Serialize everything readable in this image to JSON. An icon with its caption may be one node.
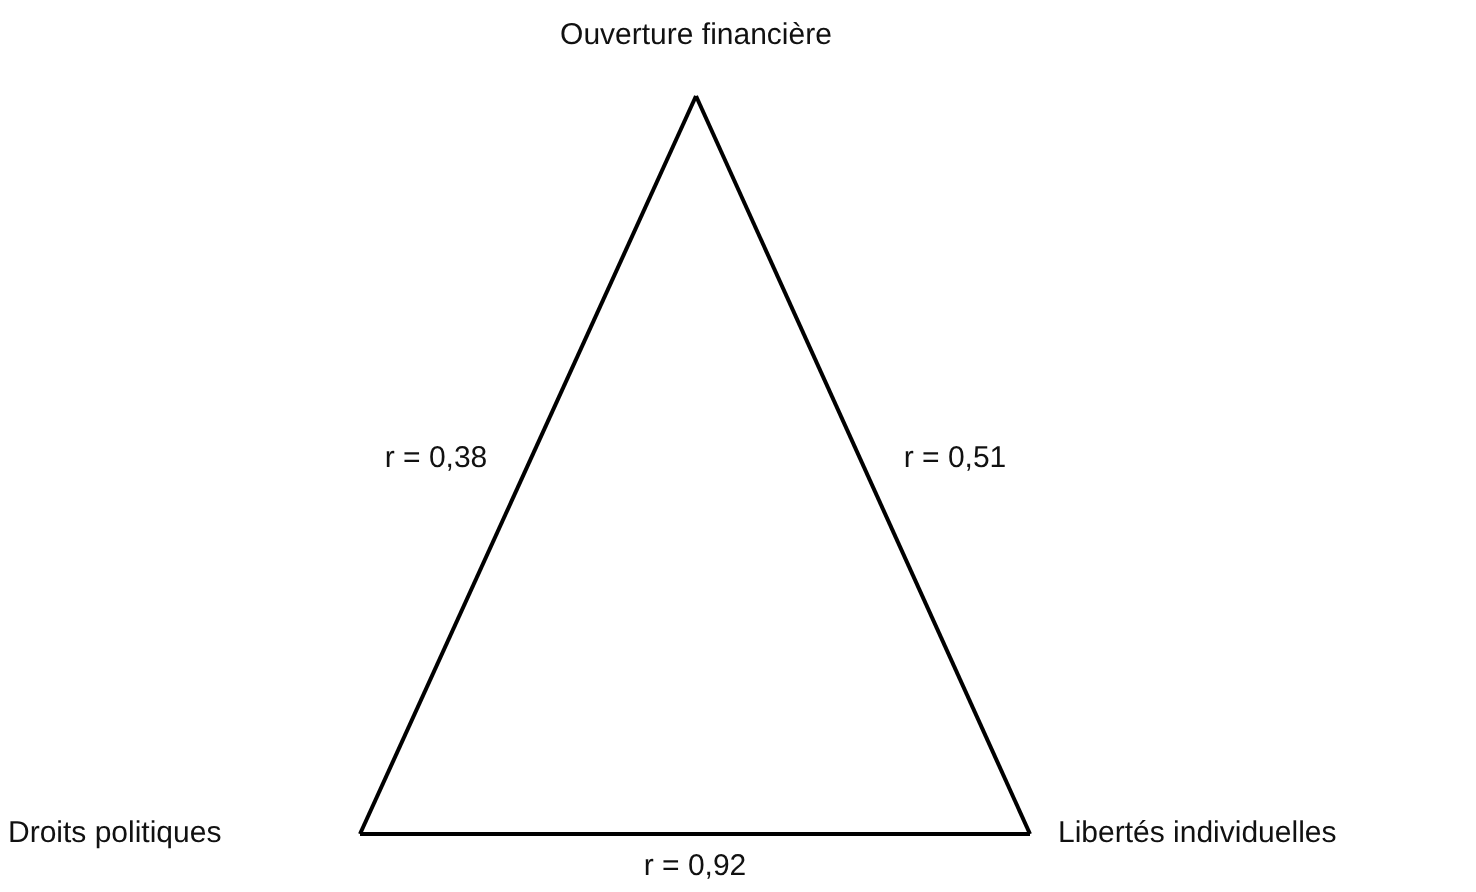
{
  "diagram": {
    "nodes": [
      {
        "text": [
          "Ouverture financière"
        ]
      },
      {
        "text": [
          "Droits politiques"
        ]
      },
      {
        "text": [
          "Libertés individuelles"
        ]
      }
    ],
    "edges": [
      {
        "from": 0,
        "to": 1,
        "arrow": "none",
        "label": "r = 0,38"
      },
      {
        "from": 0,
        "to": 2,
        "arrow": "none",
        "label": "r = 0,51"
      },
      {
        "from": 1,
        "to": 2,
        "arrow": "none",
        "label": "r = 0,92"
      }
    ]
  }
}
